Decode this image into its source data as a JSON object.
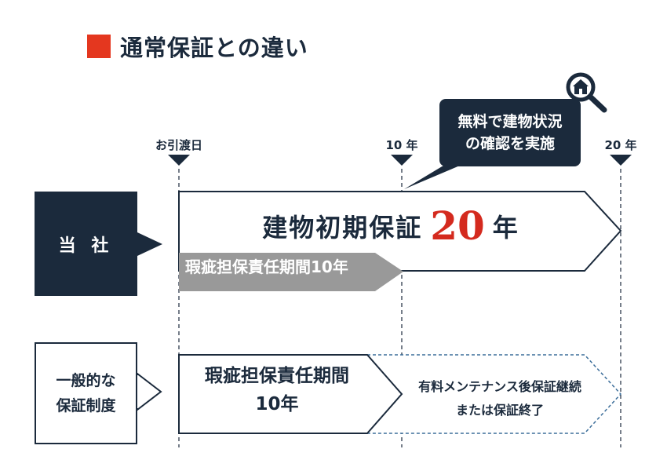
{
  "title": "通常保証との違い",
  "colors": {
    "navy": "#1b2a3c",
    "red": "#e4371f",
    "gray": "#999999",
    "dashed_blue": "#3c6e9a"
  },
  "timeline": {
    "ticks": [
      "お引渡日",
      "10 年",
      "20 年"
    ]
  },
  "inspection": {
    "icon": "house-magnifier-icon",
    "line1": "無料で建物状況",
    "line2": "の確認を実施"
  },
  "company": {
    "label": "当 社",
    "main_warranty_prefix": "建物初期保証",
    "main_warranty_years": "20",
    "main_warranty_suffix": "年",
    "defect_warranty": "瑕疵担保責任期間10年"
  },
  "general": {
    "label_line1": "一般的な",
    "label_line2": "保証制度",
    "defect_line1": "瑕疵担保責任期間",
    "defect_line2": "10年",
    "maint_line1": "有料メンテナンス後保証継続",
    "maint_line2": "または保証終了"
  }
}
